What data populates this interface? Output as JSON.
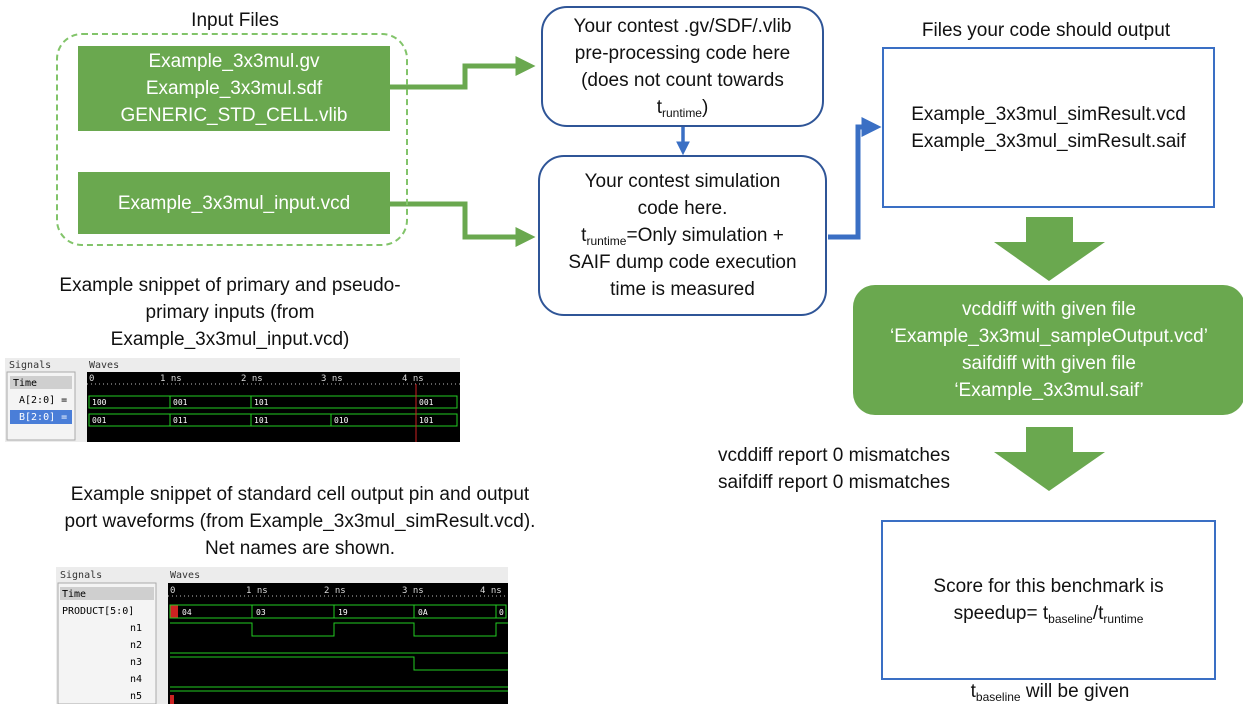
{
  "input_files": {
    "title": "Input Files",
    "group1": [
      "Example_3x3mul.gv",
      "Example_3x3mul.sdf",
      "GENERIC_STD_CELL.vlib"
    ],
    "group2": "Example_3x3mul_input.vcd"
  },
  "preprocess_box": {
    "line1": "Your contest .gv/SDF/.vlib",
    "line2": "pre-processing code here",
    "line3": "(does not count towards",
    "t": "t",
    "t_sub": "runtime",
    "tail": ")"
  },
  "simulation_box": {
    "line1": "Your contest simulation",
    "line2": "code here.",
    "t": "t",
    "t_sub": "runtime",
    "line3_rest": "=Only simulation +",
    "line4": "SAIF dump code execution",
    "line5": "time is measured"
  },
  "output_files": {
    "title": "Files your code should output",
    "files": [
      "Example_3x3mul_simResult.vcd",
      "Example_3x3mul_simResult.saif"
    ]
  },
  "diff_box": {
    "lines": [
      "vcddiff with given file",
      "‘Example_3x3mul_sampleOutput.vcd’",
      "saifdiff with given file",
      "‘Example_3x3mul.saif’"
    ]
  },
  "diff_report": [
    "vcddiff report 0 mismatches",
    "saifdiff report 0 mismatches"
  ],
  "score_box": {
    "line1": "Score for this benchmark is",
    "prefix": "speedup= ",
    "t1": "t",
    "t1_sub": "baseline",
    "slash": "/",
    "t2": "t",
    "t2_sub": "runtime"
  },
  "baseline_note": {
    "t": "t",
    "t_sub": "baseline",
    "rest": " will be given"
  },
  "snippet1": {
    "caption": [
      "Example snippet of primary and pseudo-",
      "primary inputs (from",
      "Example_3x3mul_input.vcd)"
    ],
    "signals_label": "Signals",
    "waves_label": "Waves",
    "signal_names": [
      "Time",
      "A[2:0] =",
      "B[2:0] ="
    ],
    "time_ticks": [
      "0",
      "1 ns",
      "2 ns",
      "3 ns",
      "4 ns"
    ],
    "row_a_values": [
      "100",
      "001",
      "101",
      "001"
    ],
    "row_b_values": [
      "001",
      "011",
      "101",
      "010",
      "101"
    ]
  },
  "snippet2": {
    "caption": [
      "Example snippet of standard cell output pin and output",
      "port waveforms (from Example_3x3mul_simResult.vcd).",
      "Net names are shown."
    ],
    "signals_label": "Signals",
    "waves_label": "Waves",
    "signal_names": [
      "Time",
      "PRODUCT[5:0]",
      "n1",
      "n2",
      "n3",
      "n4",
      "n5"
    ],
    "time_ticks": [
      "0",
      "1 ns",
      "2 ns",
      "3 ns",
      "4 ns"
    ],
    "product_values": [
      "04",
      "03",
      "19",
      "0A",
      "0"
    ]
  }
}
